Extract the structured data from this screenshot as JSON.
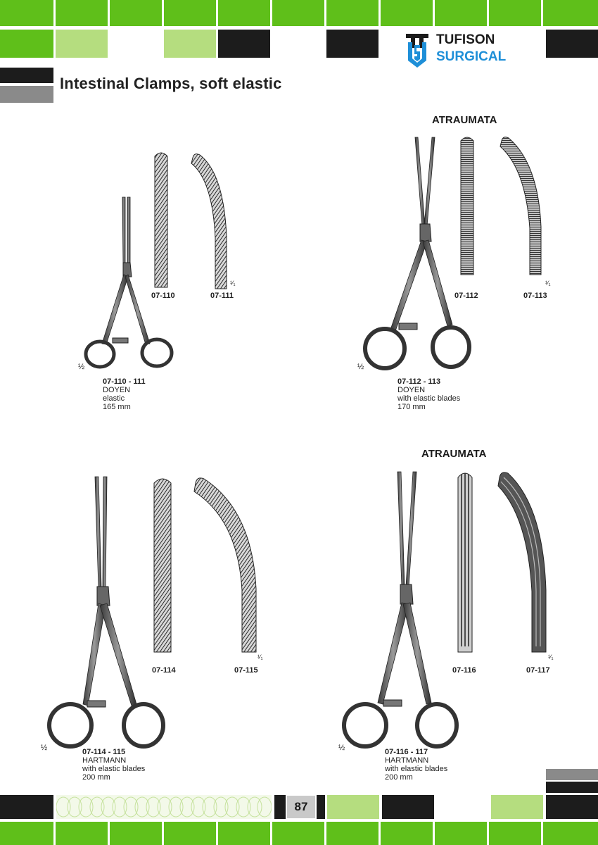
{
  "brand": {
    "name": "TUFISON",
    "sub": "SURGICAL"
  },
  "title": "Intestinal Clamps, soft elastic",
  "page_number": "87",
  "colors": {
    "green": "#5fbf1a",
    "light_green": "#b5dd7f",
    "black": "#1c1c1c",
    "grey": "#8a8a8a",
    "logo_blue": "#1e8fd8"
  },
  "products": [
    {
      "section_label": "",
      "codes": [
        "07-110",
        "07-111"
      ],
      "scale_blade": "¹⁄₁",
      "scale_clamp": "½",
      "description": {
        "code": "07-110 - 111",
        "name": "DOYEN",
        "detail": "elastic",
        "size": "165 mm"
      }
    },
    {
      "section_label": "ATRAUMATA",
      "codes": [
        "07-112",
        "07-113"
      ],
      "scale_blade": "¹⁄₁",
      "scale_clamp": "½",
      "description": {
        "code": "07-112 - 113",
        "name": "DOYEN",
        "detail": "with elastic blades",
        "size": "170 mm"
      }
    },
    {
      "section_label": "",
      "codes": [
        "07-114",
        "07-115"
      ],
      "scale_blade": "¹⁄₁",
      "scale_clamp": "½",
      "description": {
        "code": "07-114 - 115",
        "name": "HARTMANN",
        "detail": "with elastic blades",
        "size": "200 mm"
      }
    },
    {
      "section_label": "ATRAUMATA",
      "codes": [
        "07-116",
        "07-117"
      ],
      "scale_blade": "¹⁄₁",
      "scale_clamp": "½",
      "description": {
        "code": "07-116 - 117",
        "name": "HARTMANN",
        "detail": "with elastic blades",
        "size": "200 mm"
      }
    }
  ]
}
